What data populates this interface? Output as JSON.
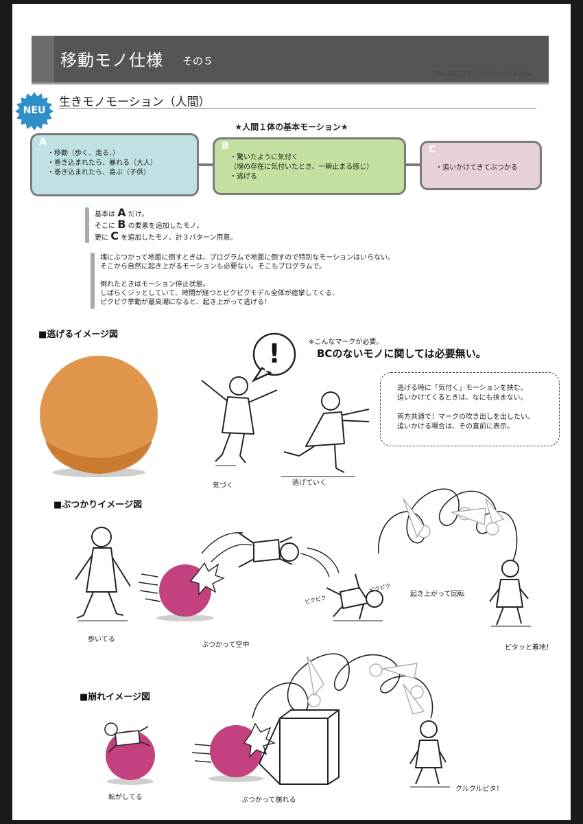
{
  "header": {
    "title": "移動モノ仕様",
    "subtitle": "その５",
    "date": "2003/02/19",
    "author": "takahashi keita"
  },
  "badge": {
    "label": "NEU",
    "color": "#2e8fc8"
  },
  "section": {
    "title": "生きモノモーション（人間）"
  },
  "motion_heading": "★人間１体の基本モーション★",
  "boxes": {
    "a": {
      "letter": "A",
      "items": [
        "・移動（歩く、走る、）",
        "・巻き込まれたら、暴れる（大人）",
        "・巻き込まれたら、喜ぶ（子供）"
      ],
      "color": "#c0e1e3"
    },
    "b": {
      "letter": "B",
      "items": [
        "・驚いたように気付く",
        "（塊の存在に気付いたとき、一瞬止まる感じ）",
        "・逃げる"
      ],
      "color": "#c4e0a0"
    },
    "c": {
      "letter": "C",
      "items": [
        "・追いかけてきてぶつかる"
      ],
      "color": "#e6d2d6"
    }
  },
  "note1": {
    "l1_pre": "基本は",
    "l1_letter": "A",
    "l1_post": "だけ。",
    "l2_pre": "そこに",
    "l2_letter": "B",
    "l2_post": "の要素を追加したモノ。",
    "l3_pre": "更に",
    "l3_letter": "C",
    "l3_post": "を追加したモノ、計３パターン用意。"
  },
  "note2": {
    "lines": [
      "塊にぶつかって地面に倒すときは、プログラムで地面に倒すので特別なモーションはいらない。",
      "そこから自然に起き上がるモーションも必要ない。そこもプログラムで。",
      "倒れたときはモーション停止状態。",
      "しばらくジッとしていて、時間が経つとピクピクモデル全体が痙攣してくる、",
      "ピクピク挙動が最高潮になると、起き上がって逃げる！"
    ]
  },
  "escape": {
    "heading": "■逃げるイメージ図",
    "mark_note": "※こんなマークが必要。",
    "mark_note2": "BCのないモノに関しては必要無い。",
    "exclaim": "!",
    "caption_notice": "気づく",
    "caption_flee": "逃げていく",
    "dash_lines": [
      "逃げる時に「気付く」モーションを挟む。",
      "追いかけてくるときは、なにも挟まない。",
      "",
      "両方共通で！マークの吹き出しを出したい。",
      "追いかける場合は、その直前に表示。"
    ],
    "ball_color": "#e0964a"
  },
  "collide": {
    "heading": "■ぶつかりイメージ図",
    "caption_walk": "歩いてる",
    "caption_hit": "ぶつかって空中",
    "caption_spin": "起き上がって回転",
    "caption_land": "ピタッと着地！",
    "pikupiku1": "ピクピク",
    "pikupiku2": "ピクピク",
    "ball_color": "#c2417e"
  },
  "collapse": {
    "heading": "■崩れイメージ図",
    "caption_roll": "転がしてる",
    "caption_break": "ぶつかって崩れる",
    "caption_land": "クルクルピタ！",
    "ball_color": "#c2417e"
  }
}
